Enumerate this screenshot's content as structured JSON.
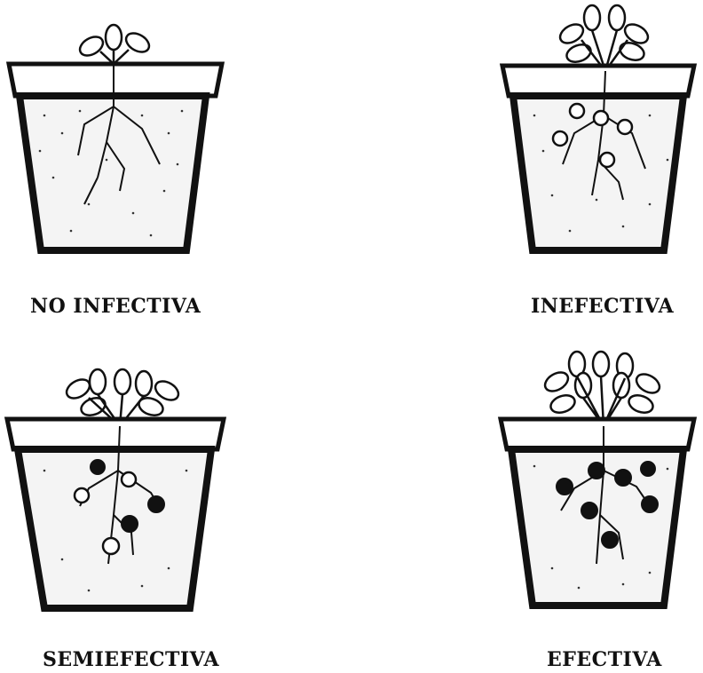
{
  "colors": {
    "ink": "#111111",
    "soil": "#f4f4f4",
    "background": "#ffffff"
  },
  "panels": [
    {
      "label": "NO INFECTIVA",
      "nodules": "none"
    },
    {
      "label": "INEFECTIVA",
      "nodules": "white"
    },
    {
      "label": "SEMIEFECTIVA",
      "nodules": "mixed"
    },
    {
      "label": "EFECTIVA",
      "nodules": "black"
    }
  ]
}
